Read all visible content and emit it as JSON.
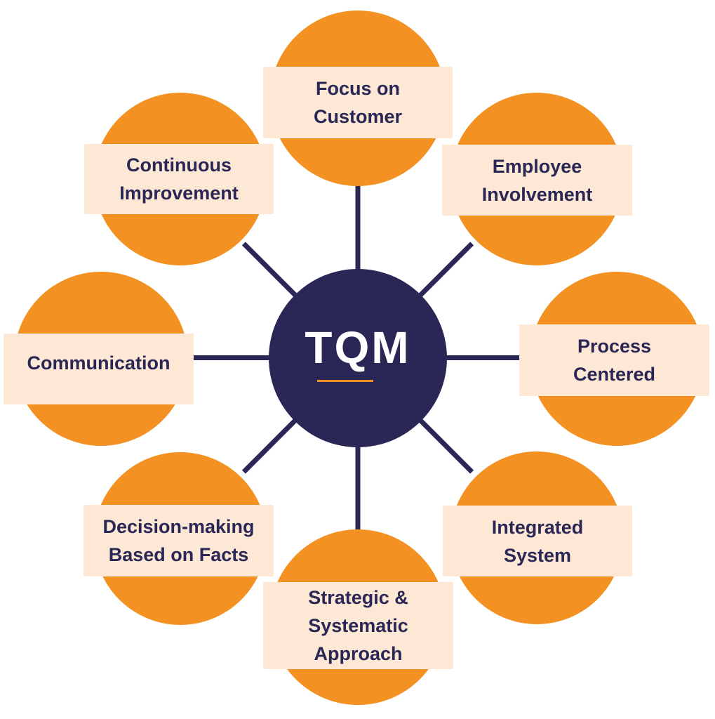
{
  "diagram": {
    "type": "hub-and-spoke",
    "center": {
      "label": "TQM"
    },
    "colors": {
      "hub": "#2a2757",
      "spoke": "#2a2757",
      "petal": "#f39122",
      "label_background": "#fce8d4",
      "label_text": "#2a2757",
      "hub_text": "#ffffff",
      "hub_underline": "#f39122"
    },
    "nodes": [
      {
        "position": "top",
        "lines": [
          "Focus on",
          "Customer"
        ]
      },
      {
        "position": "top-right",
        "lines": [
          "Employee",
          "Involvement"
        ]
      },
      {
        "position": "right",
        "lines": [
          "Process",
          "Centered"
        ]
      },
      {
        "position": "bottom-right",
        "lines": [
          "Integrated",
          "System"
        ]
      },
      {
        "position": "bottom",
        "lines": [
          "Strategic &",
          "Systematic",
          "Approach"
        ]
      },
      {
        "position": "bottom-left",
        "lines": [
          "Decision-making",
          "Based on Facts"
        ]
      },
      {
        "position": "left",
        "lines": [
          "Communication"
        ]
      },
      {
        "position": "top-left",
        "lines": [
          "Continuous",
          "Improvement"
        ]
      }
    ]
  }
}
